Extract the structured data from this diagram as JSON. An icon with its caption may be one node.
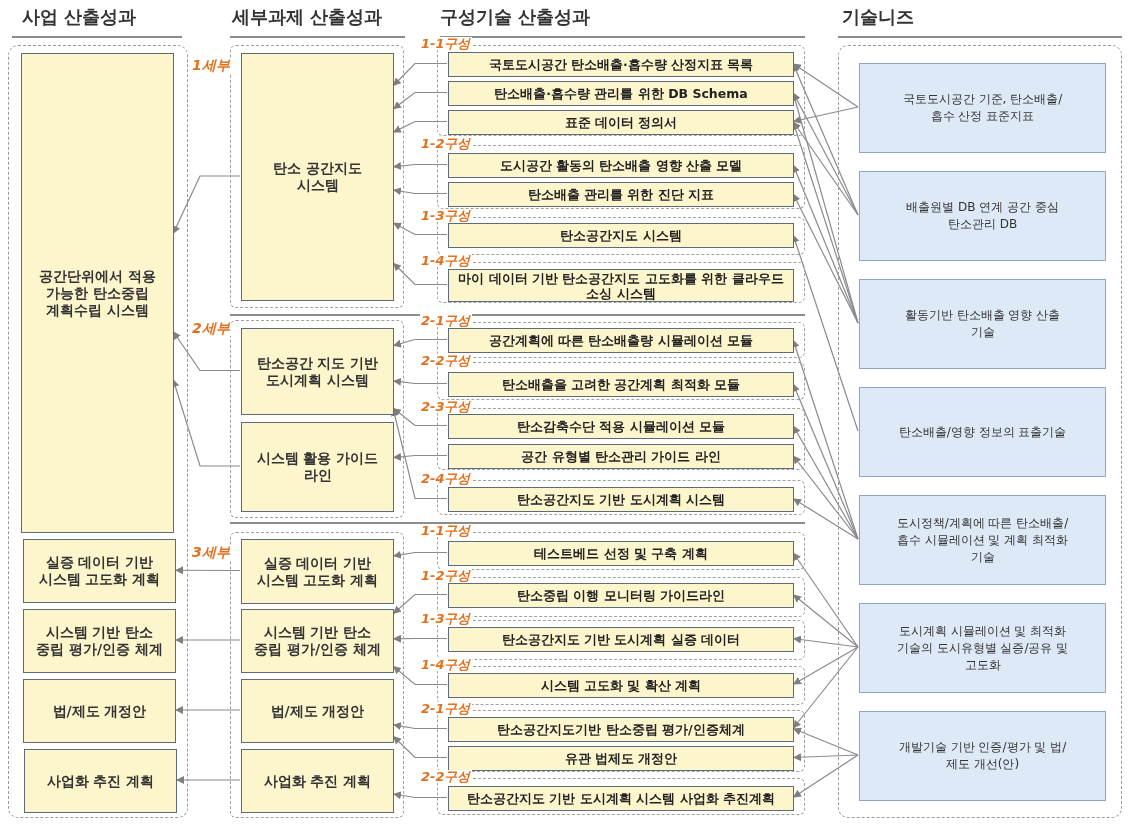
{
  "diagram": {
    "nodes": [
      {
        "text": [],
        "shape": "box"
      },
      {
        "text": [
          "공간단위에서 적용 가능한 탄소중립 계획수립 시스템"
        ],
        "in": 0
      },
      {
        "text": [
          "실증 데이터 기반 시스템 고도화 계획"
        ],
        "in": 0
      },
      {
        "text": [
          "시스템 기반 탄소 중립 평가/인증 체계"
        ],
        "in": 0
      },
      {
        "text": [
          "법/제도 개정안"
        ],
        "in": 0
      },
      {
        "text": [
          "사업화 추진 계획"
        ],
        "in": 0
      },
      {
        "text": [
          "1세부"
        ]
      },
      {
        "text": [
          "탄소 공간지도 시스템"
        ],
        "in": 6
      },
      {
        "text": [
          "2세부"
        ]
      },
      {
        "text": [
          "탄소공간 지도 기반 도시계획 시스템"
        ],
        "in": 8
      },
      {
        "text": [
          "시스템 활용 가이드 라인"
        ],
        "in": 8
      },
      {
        "text": [
          "3세부"
        ]
      },
      {
        "text": [
          "실증 데이터 기반 시스템 고도화 계획"
        ],
        "in": 11
      },
      {
        "text": [
          "시스템 기반 탄소 중립 평가/인증 체계"
        ],
        "in": 11
      },
      {
        "text": [
          "법/제도 개정안"
        ],
        "in": 11
      },
      {
        "text": [
          "사업화 추진 계획"
        ],
        "in": 11
      },
      {
        "text": [
          "1-1구성"
        ]
      },
      {
        "text": [
          "국토도시공간 탄소배출·흡수량 산정지표 목록"
        ],
        "in": 16
      },
      {
        "text": [
          "탄소배출·흡수량 관리를 위한 DB Schema"
        ],
        "in": 16
      },
      {
        "text": [
          "표준 데이터 정의서"
        ],
        "in": 16
      },
      {
        "text": [
          "1-2구성"
        ]
      },
      {
        "text": [
          "도시공간 활동의 탄소배출 영향 산출 모델"
        ],
        "in": 20
      },
      {
        "text": [
          "탄소배출 관리를 위한 진단 지표"
        ],
        "in": 20
      },
      {
        "text": [
          "1-3구성"
        ]
      },
      {
        "text": [
          "탄소공간지도 시스템"
        ],
        "in": 23
      },
      {
        "text": [
          "1-4구성"
        ]
      },
      {
        "text": [
          "마이 데이터 기반 탄소공간지도 고도화를 위한 클라우드 소싱 시스템"
        ],
        "in": 25
      },
      {
        "text": [
          "2-1구성"
        ]
      },
      {
        "text": [
          "공간계획에 따른 탄소배출량 시뮬레이션 모듈"
        ],
        "in": 27
      },
      {
        "text": [
          "2-2구성"
        ]
      },
      {
        "text": [
          "탄소배출을 고려한 공간계획 최적화 모듈"
        ],
        "in": 29
      },
      {
        "text": [
          "2-3구성"
        ]
      },
      {
        "text": [
          "탄소감축수단 적용 시뮬레이션 모듈"
        ],
        "in": 31
      },
      {
        "text": [
          "공간 유형별 탄소관리 가이드 라인"
        ],
        "in": 31
      },
      {
        "text": [
          "2-4구성"
        ]
      },
      {
        "text": [
          "탄소공간지도 기반 도시계획 시스템"
        ],
        "in": 34
      },
      {
        "text": [
          "1-1구성"
        ]
      },
      {
        "text": [
          "테스트베드 선정 및 구축 계획"
        ],
        "in": 36
      },
      {
        "text": [
          "1-2구성"
        ]
      },
      {
        "text": [
          "탄소중립 이행 모니터링 가이드라인"
        ],
        "in": 38
      },
      {
        "text": [
          "1-3구성"
        ]
      },
      {
        "text": [
          "탄소공간지도 기반 도시계획 실증 데이터"
        ],
        "in": 40
      },
      {
        "text": [
          "1-4구성"
        ]
      },
      {
        "text": [
          "시스템 고도화 및 확산 계획"
        ],
        "in": 42
      },
      {
        "text": [
          "2-1구성"
        ]
      },
      {
        "text": [
          "탄소공간지도기반 탄소중립 평가/인증체계"
        ],
        "in": 44
      },
      {
        "text": [
          "유관 법제도 개정안"
        ],
        "in": 44
      },
      {
        "text": [
          "2-2구성"
        ]
      },
      {
        "text": [
          "탄소공간지도 기반 도시계획 시스템 사업화 추진계획"
        ],
        "in": 47
      },
      {
        "text": [],
        "shape": "box"
      },
      {
        "text": [
          "국토도시공간 기준, 탄소배출/흡수 산정 표준지표"
        ],
        "in": 49
      },
      {
        "text": [
          "배출원별 DB 연계 공간 중심 탄소관리 DB"
        ],
        "in": 49
      },
      {
        "text": [
          "활동기반 탄소배출 영향 산출 기술"
        ],
        "in": 49
      },
      {
        "text": [
          "탄소배출/영향 정보의 표출기술"
        ],
        "in": 49
      },
      {
        "text": [
          "도시정책/계획에 따른 탄소배출/흡수 시뮬레이션 및 계획 최적화 기술"
        ],
        "in": 49
      },
      {
        "text": [
          "도시계획 시뮬레이션 및 최적화 기술의 도시유형별 실증/공유 및 고도화"
        ],
        "in": 49
      },
      {
        "text": [
          "개발기술 기반 인증/평가 및 법/제도 개선(안)"
        ],
        "in": 49
      }
    ],
    "edges": [
      {
        "from": 7,
        "to": 1,
        "arrow": "to"
      },
      {
        "from": 9,
        "to": 1,
        "arrow": "to"
      },
      {
        "from": 10,
        "to": 1,
        "arrow": "to"
      },
      {
        "from": 12,
        "to": 2,
        "arrow": "to"
      },
      {
        "from": 13,
        "to": 3,
        "arrow": "to"
      },
      {
        "from": 14,
        "to": 4,
        "arrow": "to"
      },
      {
        "from": 15,
        "to": 5,
        "arrow": "to"
      },
      {
        "from": 17,
        "to": 7,
        "arrow": "to"
      },
      {
        "from": 18,
        "to": 7,
        "arrow": "to"
      },
      {
        "from": 19,
        "to": 7,
        "arrow": "to"
      },
      {
        "from": 21,
        "to": 7,
        "arrow": "to"
      },
      {
        "from": 22,
        "to": 7,
        "arrow": "to"
      },
      {
        "from": 24,
        "to": 7,
        "arrow": "to"
      },
      {
        "from": 26,
        "to": 7,
        "arrow": "to"
      },
      {
        "from": 28,
        "to": 9,
        "arrow": "to"
      },
      {
        "from": 30,
        "to": 9,
        "arrow": "to"
      },
      {
        "from": 32,
        "to": 9,
        "arrow": "to"
      },
      {
        "from": 35,
        "to": 9,
        "arrow": "to"
      },
      {
        "from": 33,
        "to": 10,
        "arrow": "to"
      },
      {
        "from": 37,
        "to": 12,
        "arrow": "to"
      },
      {
        "from": 39,
        "to": 13,
        "arrow": "to"
      },
      {
        "from": 41,
        "to": 13,
        "arrow": "to"
      },
      {
        "from": 43,
        "to": 13,
        "arrow": "to"
      },
      {
        "from": 45,
        "to": 14,
        "arrow": "to"
      },
      {
        "from": 46,
        "to": 14,
        "arrow": "to"
      },
      {
        "from": 48,
        "to": 15,
        "arrow": "to"
      },
      {
        "from": 50,
        "to": 17,
        "arrow": "to"
      },
      {
        "from": 50,
        "to": 19,
        "arrow": "to"
      },
      {
        "from": 51,
        "to": 17,
        "arrow": "to"
      },
      {
        "from": 51,
        "to": 18,
        "arrow": "to"
      },
      {
        "from": 51,
        "to": 19,
        "arrow": "to"
      },
      {
        "from": 52,
        "to": 18,
        "arrow": "to"
      },
      {
        "from": 52,
        "to": 19,
        "arrow": "to"
      },
      {
        "from": 52,
        "to": 21,
        "arrow": "to"
      },
      {
        "from": 52,
        "to": 22,
        "arrow": "to"
      },
      {
        "from": 53,
        "to": 24,
        "arrow": "to"
      },
      {
        "from": 54,
        "to": 28,
        "arrow": "to"
      },
      {
        "from": 54,
        "to": 30,
        "arrow": "to"
      },
      {
        "from": 54,
        "to": 32,
        "arrow": "to"
      },
      {
        "from": 54,
        "to": 33,
        "arrow": "to"
      },
      {
        "from": 54,
        "to": 35,
        "arrow": "to"
      },
      {
        "from": 55,
        "to": 37,
        "arrow": "to"
      },
      {
        "from": 55,
        "to": 39,
        "arrow": "to"
      },
      {
        "from": 55,
        "to": 41,
        "arrow": "to"
      },
      {
        "from": 55,
        "to": 43,
        "arrow": "to"
      },
      {
        "from": 55,
        "to": 45,
        "arrow": "to"
      },
      {
        "from": 56,
        "to": 45,
        "arrow": "to"
      },
      {
        "from": 56,
        "to": 46,
        "arrow": "to"
      },
      {
        "from": 56,
        "to": 48,
        "arrow": "to"
      }
    ],
    "labels": [
      "사업 산출성과",
      "세부과제 산출성과",
      "구성기술 산출성과",
      "기술니즈"
    ]
  }
}
